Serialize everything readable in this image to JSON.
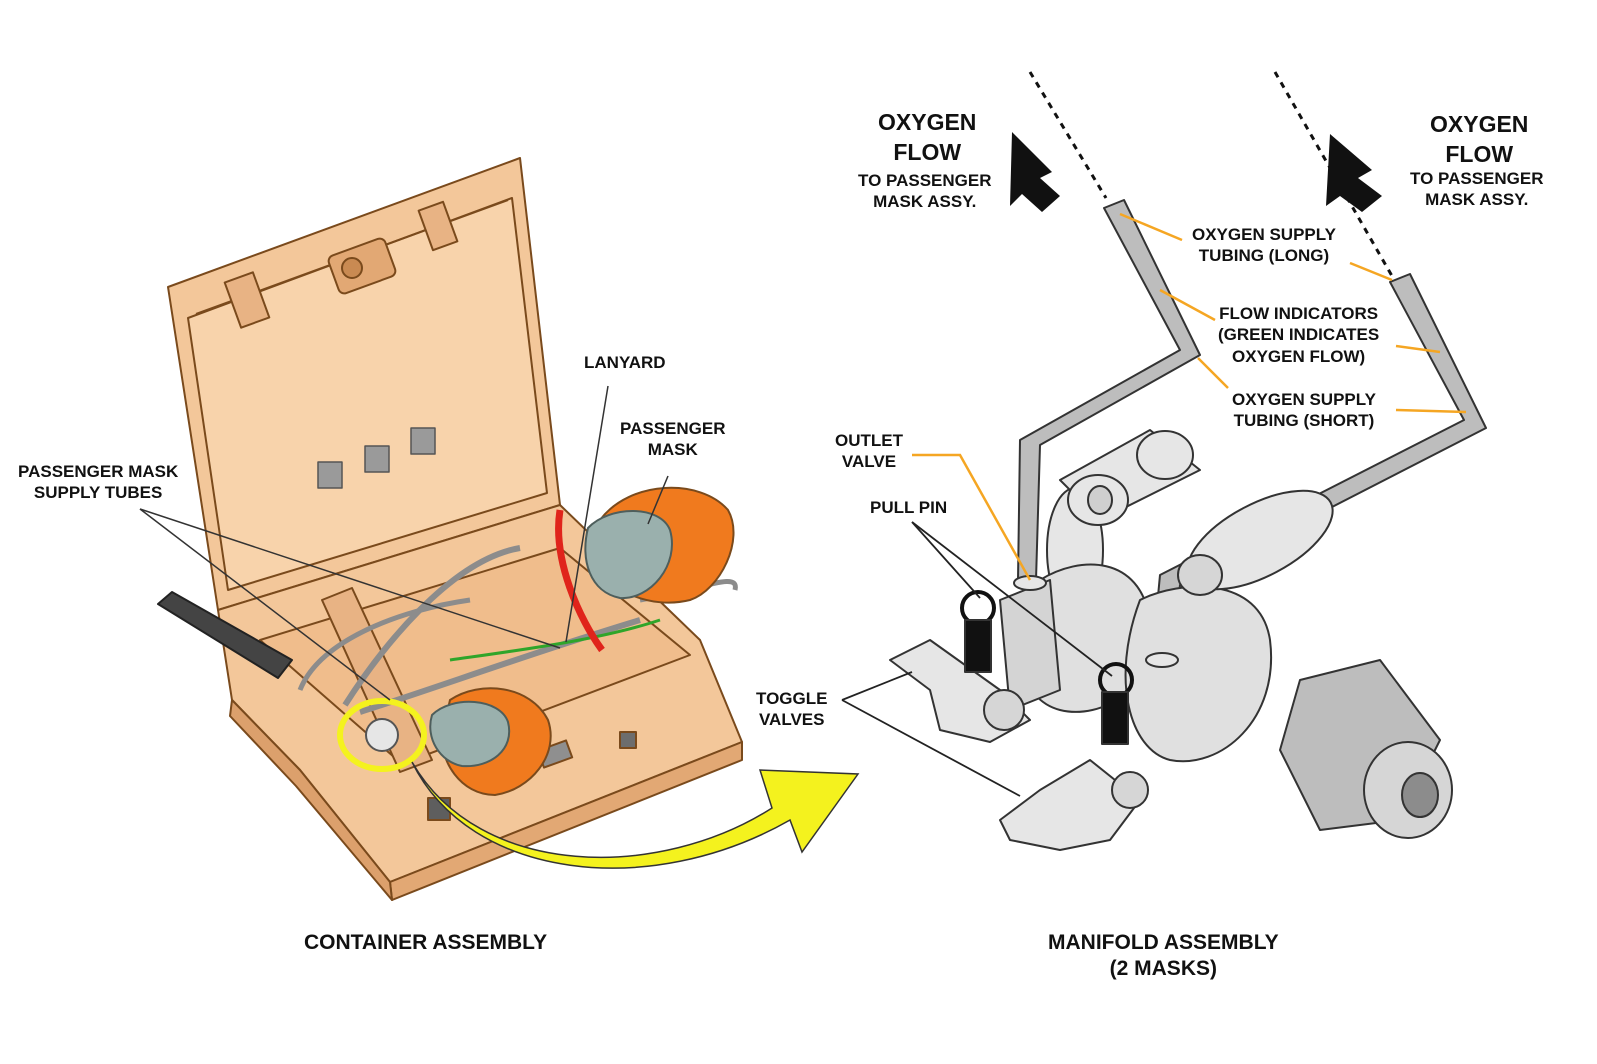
{
  "labels": {
    "lanyard": [
      "LANYARD"
    ],
    "passenger_mask": [
      "PASSENGER",
      "MASK"
    ],
    "supply_tubes": [
      "PASSENGER MASK",
      "SUPPLY TUBES"
    ],
    "oxygen_flow_left": [
      "OXYGEN",
      "FLOW"
    ],
    "to_mask_left": [
      "TO PASSENGER",
      "MASK ASSY."
    ],
    "oxygen_flow_right": [
      "OXYGEN",
      "FLOW"
    ],
    "to_mask_right": [
      "TO PASSENGER",
      "MASK ASSY."
    ],
    "tubing_long": [
      "OXYGEN SUPPLY",
      "TUBING (LONG)"
    ],
    "flow_indicators": [
      "FLOW INDICATORS",
      "(GREEN INDICATES",
      "OXYGEN FLOW)"
    ],
    "tubing_short": [
      "OXYGEN SUPPLY",
      "TUBING (SHORT)"
    ],
    "outlet_valve": [
      "OUTLET",
      "VALVE"
    ],
    "pull_pin": [
      "PULL PIN"
    ],
    "toggle_valves": [
      "TOGGLE",
      "VALVES"
    ]
  },
  "captions": {
    "container": [
      "CONTAINER ASSEMBLY"
    ],
    "manifold": [
      "MANIFOLD ASSEMBLY",
      "(2 MASKS)"
    ]
  },
  "colors": {
    "container_fill": "#f3c79a",
    "container_stroke": "#7a4a1c",
    "mask_orange": "#f07a1e",
    "mask_cup": "#9ab0ad",
    "lanyard_red": "#e0241b",
    "indicator_green": "#2fa52a",
    "highlight_yellow": "#f4f21e",
    "leader_orange": "#f5a623",
    "metal_light": "#e6e6e6",
    "metal_mid": "#bdbdbd",
    "metal_dark": "#8c8c8c"
  }
}
